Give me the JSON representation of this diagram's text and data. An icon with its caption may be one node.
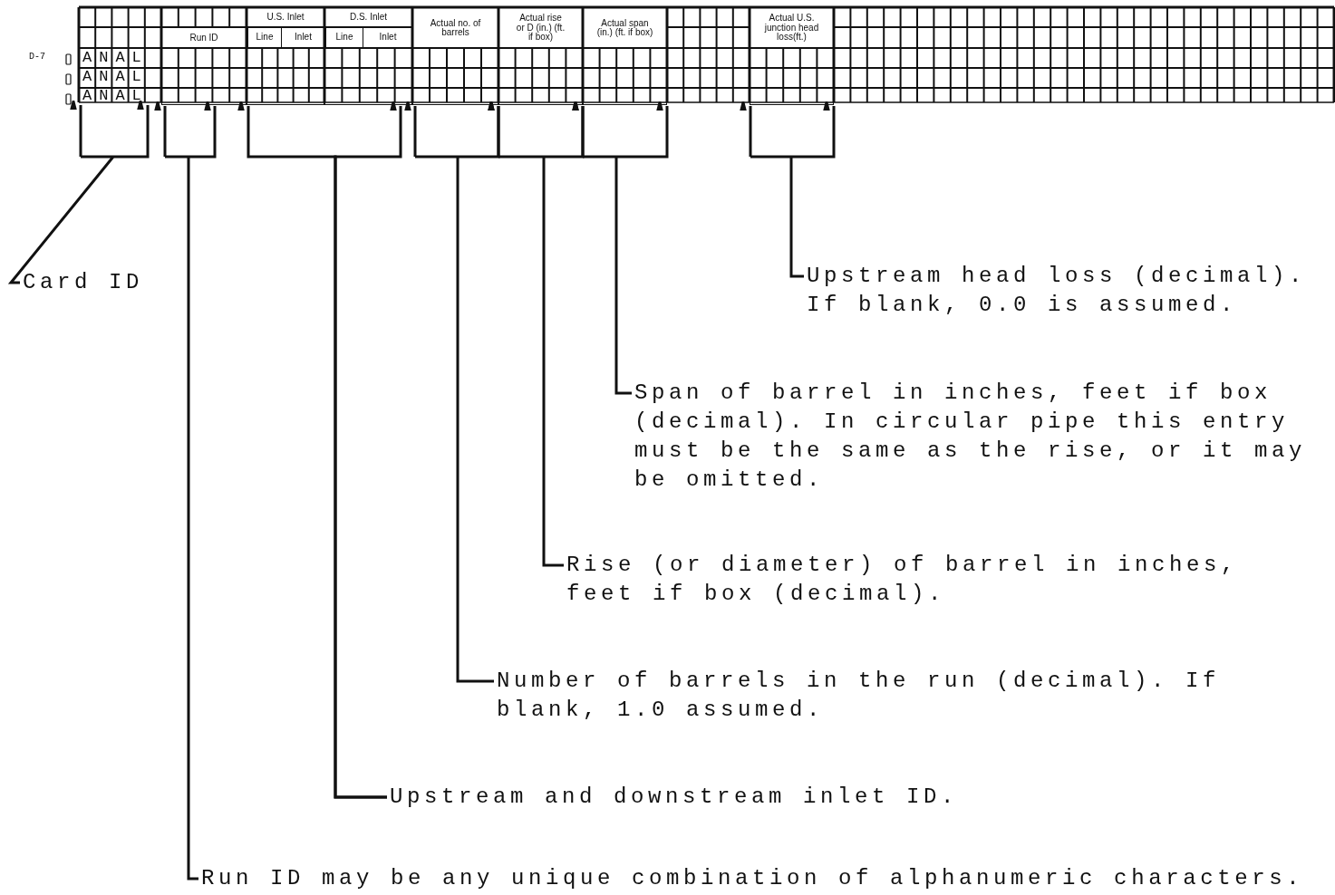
{
  "diagram": {
    "nodes": [
      {
        "text": [
          "ANAL",
          "ANAL",
          "ANAL"
        ]
      },
      {
        "text": [
          "Run ID"
        ]
      },
      {
        "text": [
          "U.S. Inlet"
        ]
      },
      {
        "text": [
          "Line"
        ],
        "in": 2
      },
      {
        "text": [
          "Inlet"
        ],
        "in": 2
      },
      {
        "text": [
          "D.S. Inlet"
        ]
      },
      {
        "text": [
          "Line"
        ],
        "in": 5
      },
      {
        "text": [
          "Inlet"
        ],
        "in": 5
      },
      {
        "text": [
          "Actual no. of barrels"
        ]
      },
      {
        "text": [
          "Actual rise or D (in.) (ft. if box)"
        ]
      },
      {
        "text": [
          "Actual span (in.) (ft. if box)"
        ]
      },
      {
        "text": [
          "Actual U.S. junction head loss(ft.)"
        ]
      },
      {
        "text": [
          "Card ID"
        ]
      },
      {
        "text": [
          "Upstream head loss (decimal). If blank, 0.0 is assumed."
        ]
      },
      {
        "text": [
          "Span of barrel in inches, feet if box (decimal). In circular pipe this entry must be the same as the rise, or it may be omitted."
        ]
      },
      {
        "text": [
          "Rise (or diameter) of barrel in inches, feet if box (decimal)."
        ]
      },
      {
        "text": [
          "Number of barrels in the run (decimal). If blank, 1.0 assumed."
        ]
      },
      {
        "text": [
          "Upstream and downstream inlet ID."
        ]
      },
      {
        "text": [
          "Run ID may be any unique combination of alphanumeric characters."
        ]
      }
    ],
    "edges": [
      {
        "from": 12,
        "to": 0,
        "arrow": "to"
      },
      {
        "from": 18,
        "to": 1,
        "arrow": "to"
      },
      {
        "from": 17,
        "to": 2,
        "arrow": "to"
      },
      {
        "from": 17,
        "to": 5,
        "arrow": "to"
      },
      {
        "from": 16,
        "to": 8,
        "arrow": "to"
      },
      {
        "from": 15,
        "to": 9,
        "arrow": "to"
      },
      {
        "from": 14,
        "to": 10,
        "arrow": "to"
      },
      {
        "from": 13,
        "to": 11,
        "arrow": "to"
      }
    ],
    "labels": [
      "D-7"
    ]
  }
}
